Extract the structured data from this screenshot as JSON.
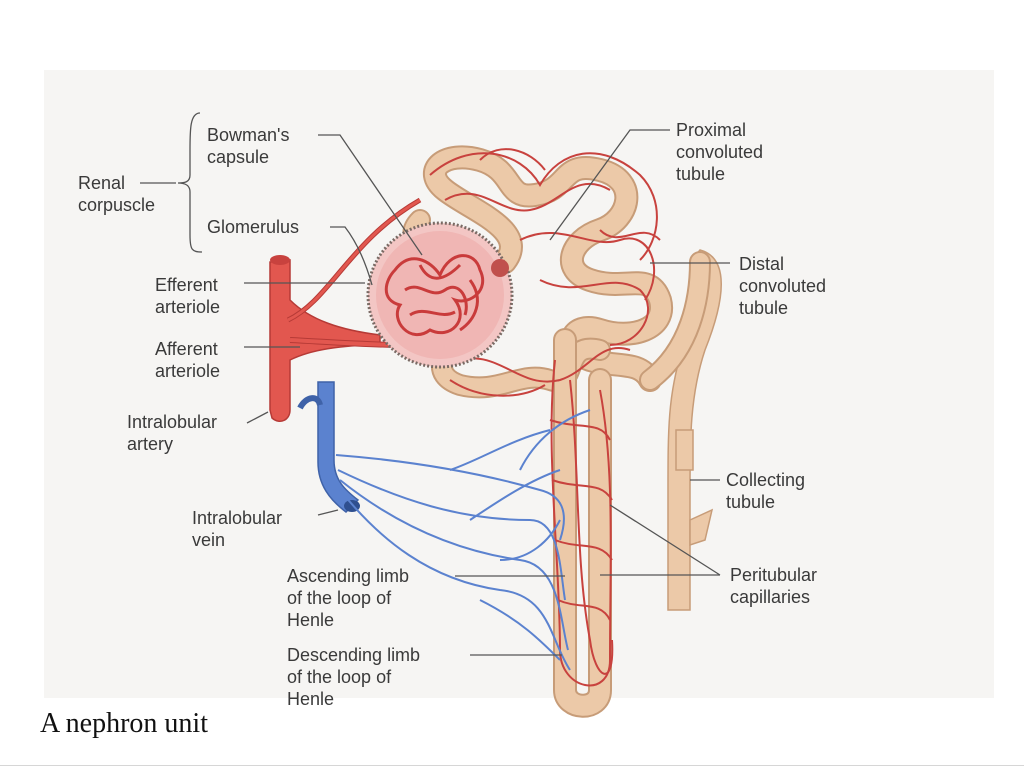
{
  "labels": {
    "renal_corpuscle": "Renal\ncorpuscle",
    "bowmans_capsule": "Bowman's\ncapsule",
    "glomerulus": "Glomerulus",
    "efferent_arteriole": "Efferent\narteriole",
    "afferent_arteriole": "Afferent\narteriole",
    "intralobular_artery": "Intralobular\nartery",
    "intralobular_vein": "Intralobular\nvein",
    "ascending_limb": "Ascending limb\nof the loop of\nHenle",
    "descending_limb": "Descending limb\nof the loop of\nHenle",
    "proximal_tubule": "Proximal\nconvoluted\ntubule",
    "distal_tubule": "Distal\nconvoluted\ntubule",
    "collecting_tubule": "Collecting\ntubule",
    "peritubular_capillaries": "Peritubular\ncapillaries"
  },
  "caption": "A nephron unit",
  "colors": {
    "tubule": "#ecc9a8",
    "tubule_edge": "#c79c78",
    "artery": "#e2574f",
    "artery_edge": "#b63a36",
    "capillary": "#c8423e",
    "vein": "#5b82cf",
    "vein_edge": "#3f62a8",
    "glomerulus": "#c93b3b",
    "capsule": "#f3c6c4"
  }
}
